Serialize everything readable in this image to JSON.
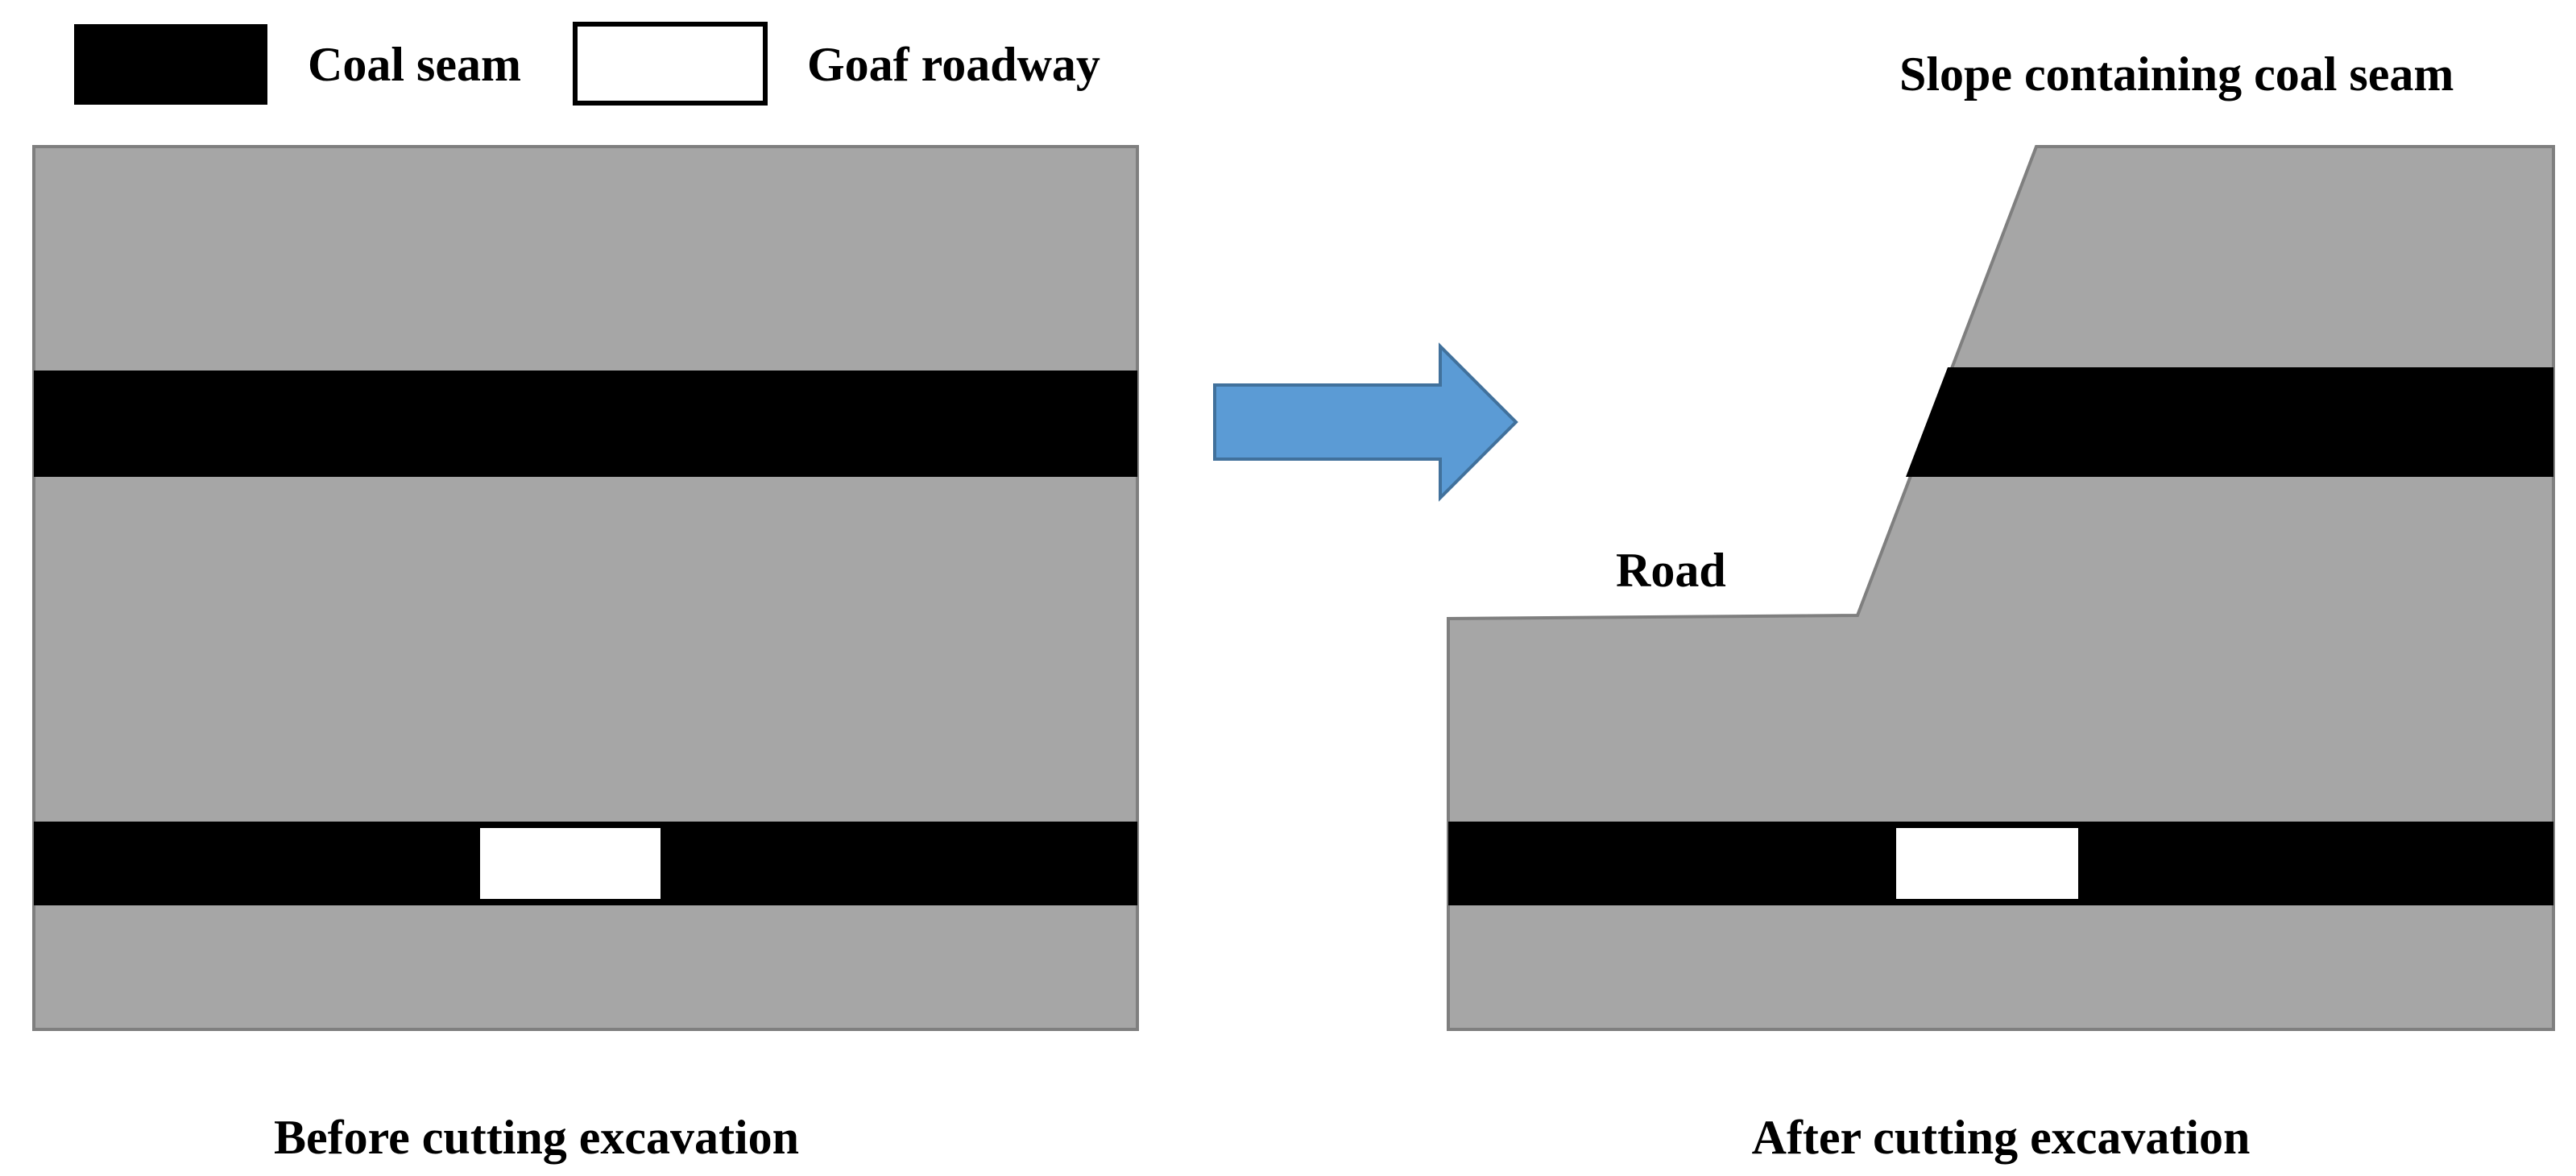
{
  "legend": {
    "coal_seam_label": "Coal seam",
    "goaf_roadway_label": "Goaf roadway"
  },
  "panels": {
    "before": {
      "caption": "Before cutting excavation"
    },
    "after": {
      "caption": "After cutting excavation",
      "road_label": "Road",
      "slope_label": "Slope containing coal seam"
    }
  },
  "colors": {
    "rock": "#a6a6a6",
    "rock_border": "#7f7f7f",
    "coal_seam": "#000000",
    "goaf_roadway": "#ffffff",
    "arrow_fill": "#5b9bd5",
    "arrow_stroke": "#41719c"
  },
  "icons": {
    "transition": "right-arrow-icon"
  }
}
